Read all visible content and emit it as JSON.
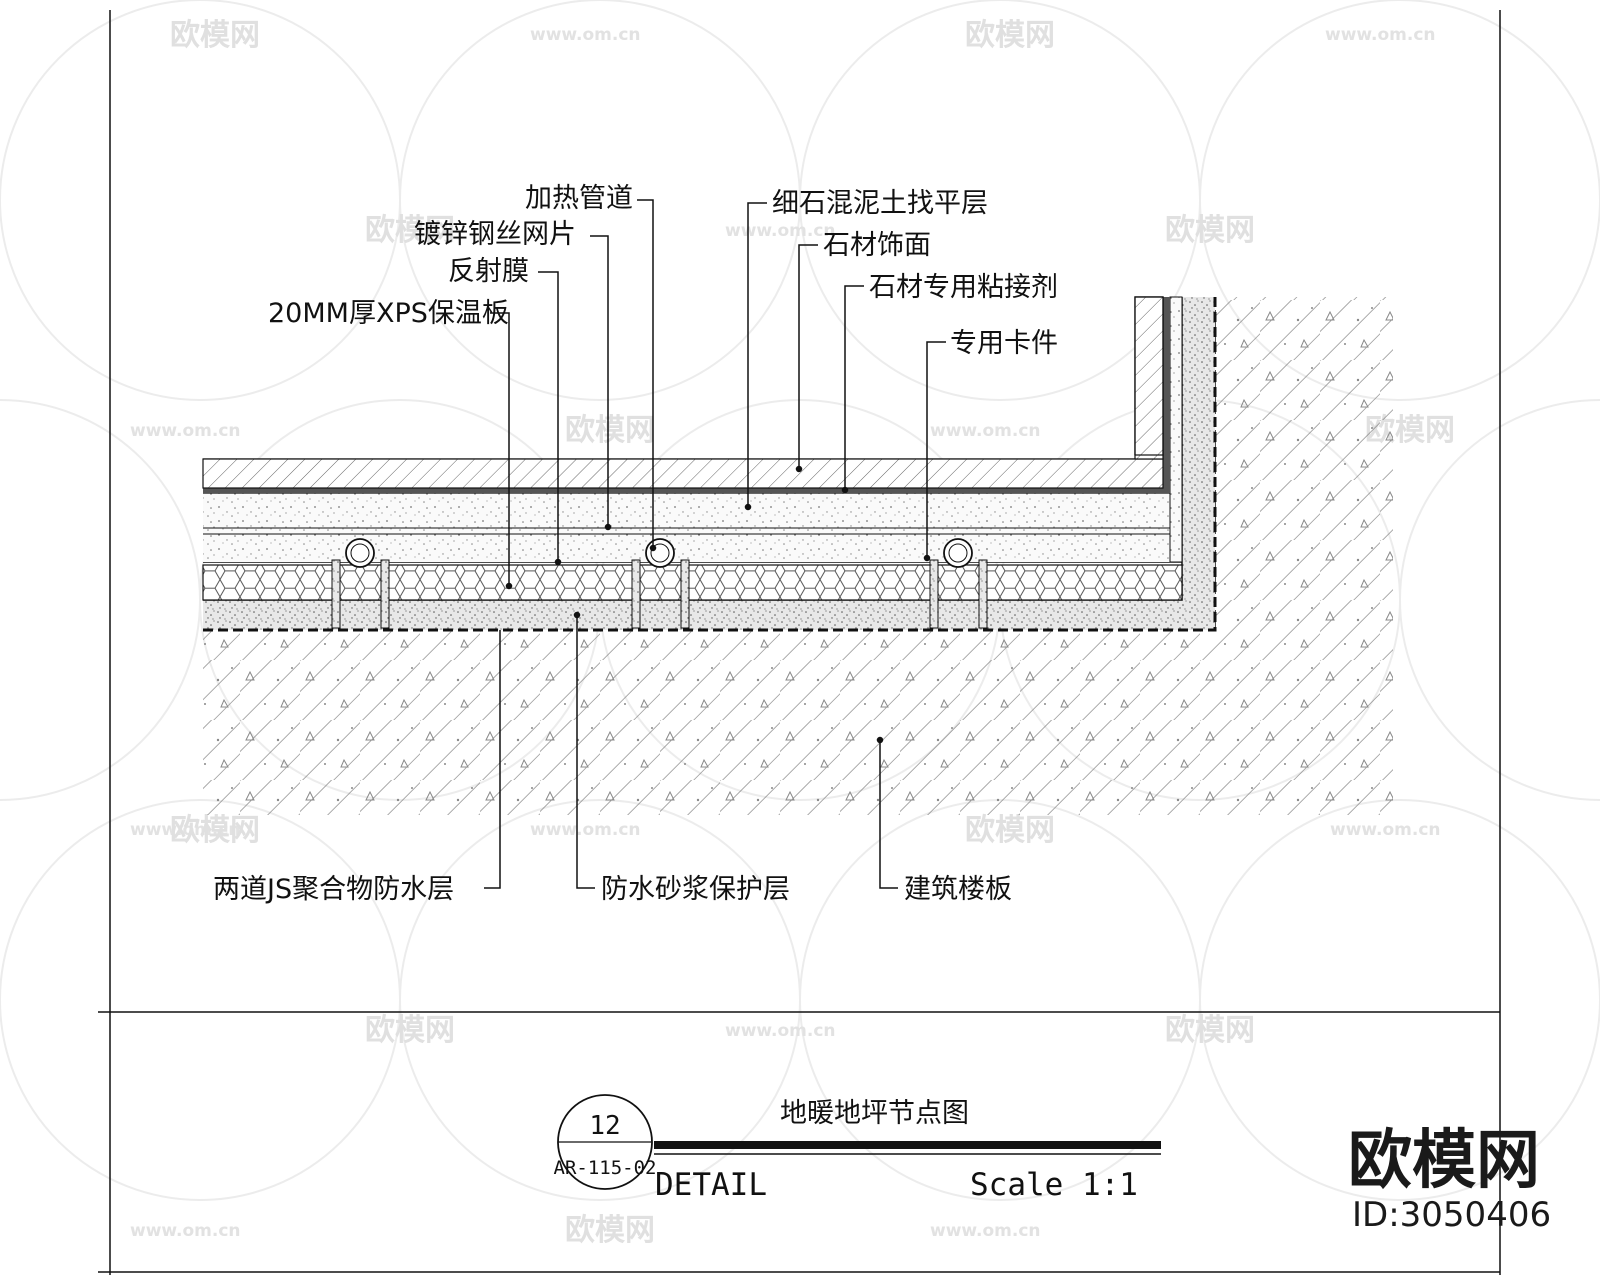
{
  "labels": {
    "heating_pipe": "加热管道",
    "galvanized_mesh": "镀锌钢丝网片",
    "reflective_film": "反射膜",
    "xps_board": "20MM厚XPS保温板",
    "leveling_layer": "细石混泥土找平层",
    "stone_finish": "石材饰面",
    "stone_adhesive": "石材专用粘接剂",
    "special_clip": "专用卡件",
    "waterproof_layer": "两道JS聚合物防水层",
    "mortar_protection": "防水砂浆保护层",
    "building_slab": "建筑楼板"
  },
  "title_block": {
    "title": "地暖地坪节点图",
    "number": "12",
    "sheet_ref": "AR-115-02",
    "detail_word": "DETAIL",
    "scale": "Scale 1:1"
  },
  "watermark": {
    "brand": "欧模网",
    "url": "www.om.cn",
    "id": "ID:3050406"
  },
  "colors": {
    "line": "#111111",
    "hatch": "#6a6a6a",
    "watermark": "#e0e0e0"
  }
}
